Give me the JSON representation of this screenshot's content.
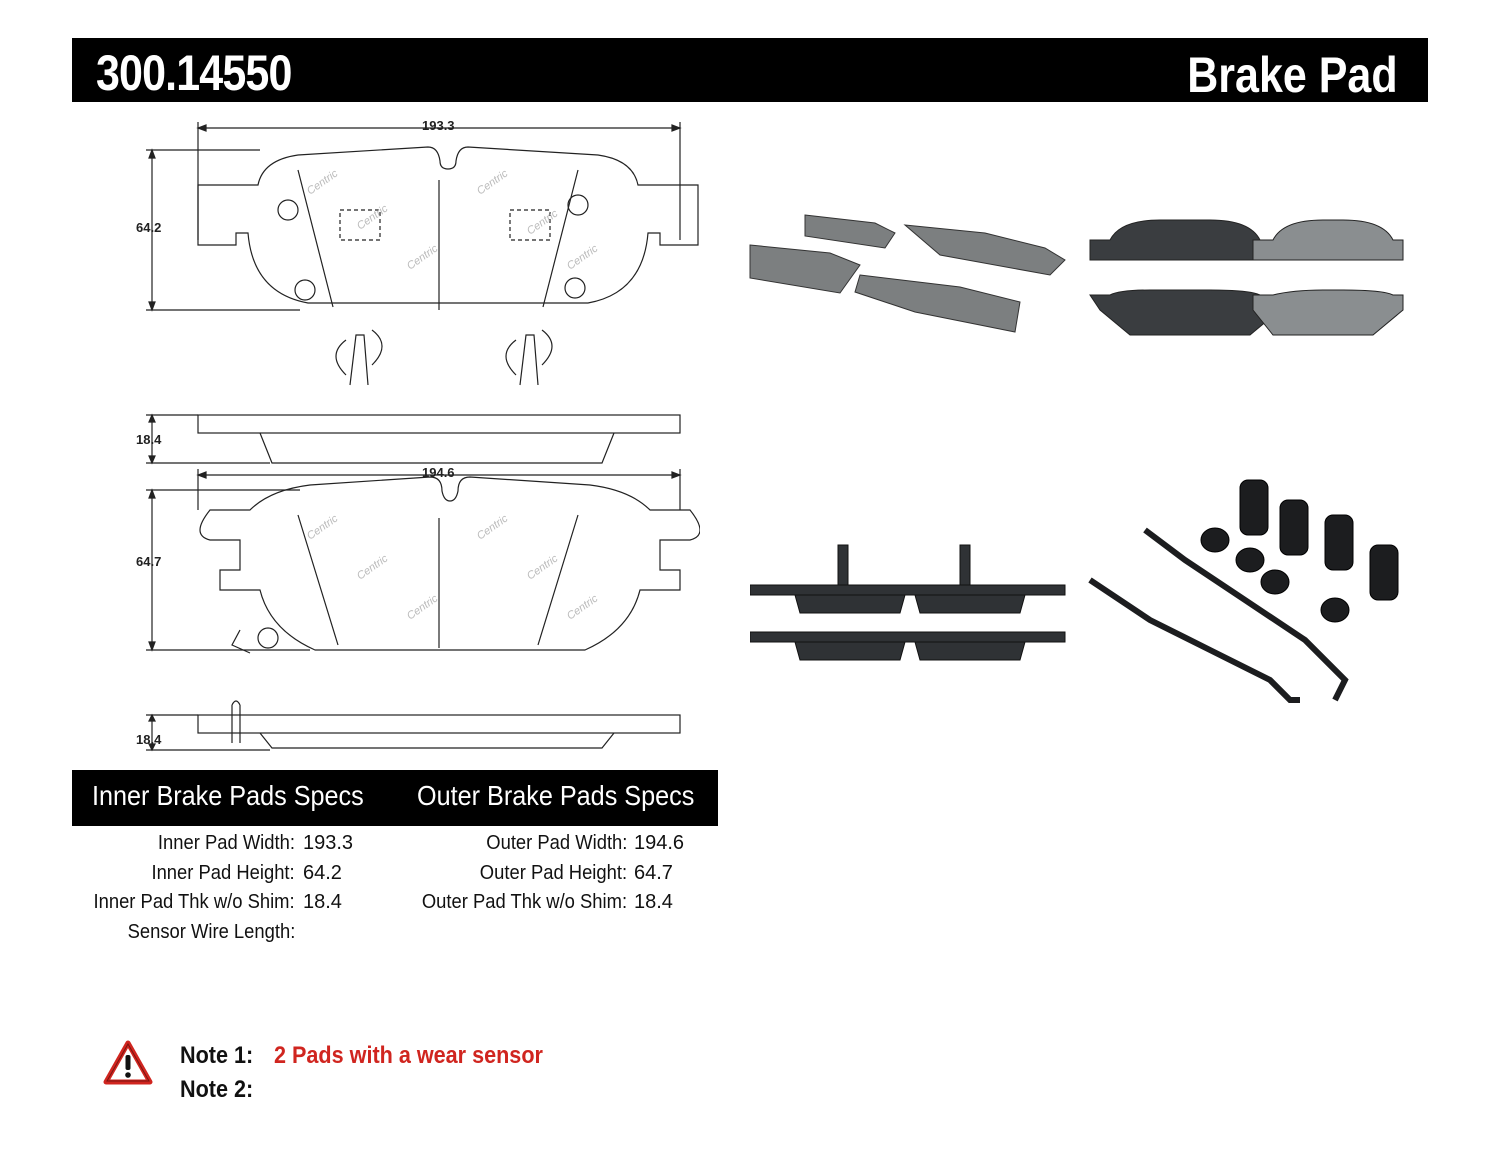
{
  "header": {
    "part_number": "300.14550",
    "title": "Brake Pad"
  },
  "drawing": {
    "inner_width_dim": "193.3",
    "inner_height_dim": "64.2",
    "inner_thickness_dim": "18.4",
    "outer_width_dim": "194.6",
    "outer_height_dim": "64.7",
    "outer_thickness_dim": "18.4"
  },
  "specs": {
    "inner_heading": "Inner Brake Pads Specs",
    "outer_heading": "Outer Brake Pads Specs",
    "inner": [
      {
        "label": "Inner Pad Width:",
        "value": "193.3"
      },
      {
        "label": "Inner Pad Height:",
        "value": "64.2"
      },
      {
        "label": "Inner Pad Thk w/o Shim:",
        "value": "18.4"
      },
      {
        "label": "Sensor Wire Length:",
        "value": ""
      }
    ],
    "outer": [
      {
        "label": "Outer Pad Width:",
        "value": "194.6"
      },
      {
        "label": "Outer Pad Height:",
        "value": "64.7"
      },
      {
        "label": "Outer Pad Thk w/o Shim:",
        "value": "18.4"
      }
    ]
  },
  "notes": {
    "note1_label": "Note 1:",
    "note1_text": "2 Pads with a wear sensor",
    "note2_label": "Note 2:",
    "note2_text": ""
  },
  "colors": {
    "header_bg": "#000000",
    "note_text": "#d0251f",
    "warning_icon": "#d0251f"
  },
  "icons": [
    "warning-triangle-icon"
  ]
}
